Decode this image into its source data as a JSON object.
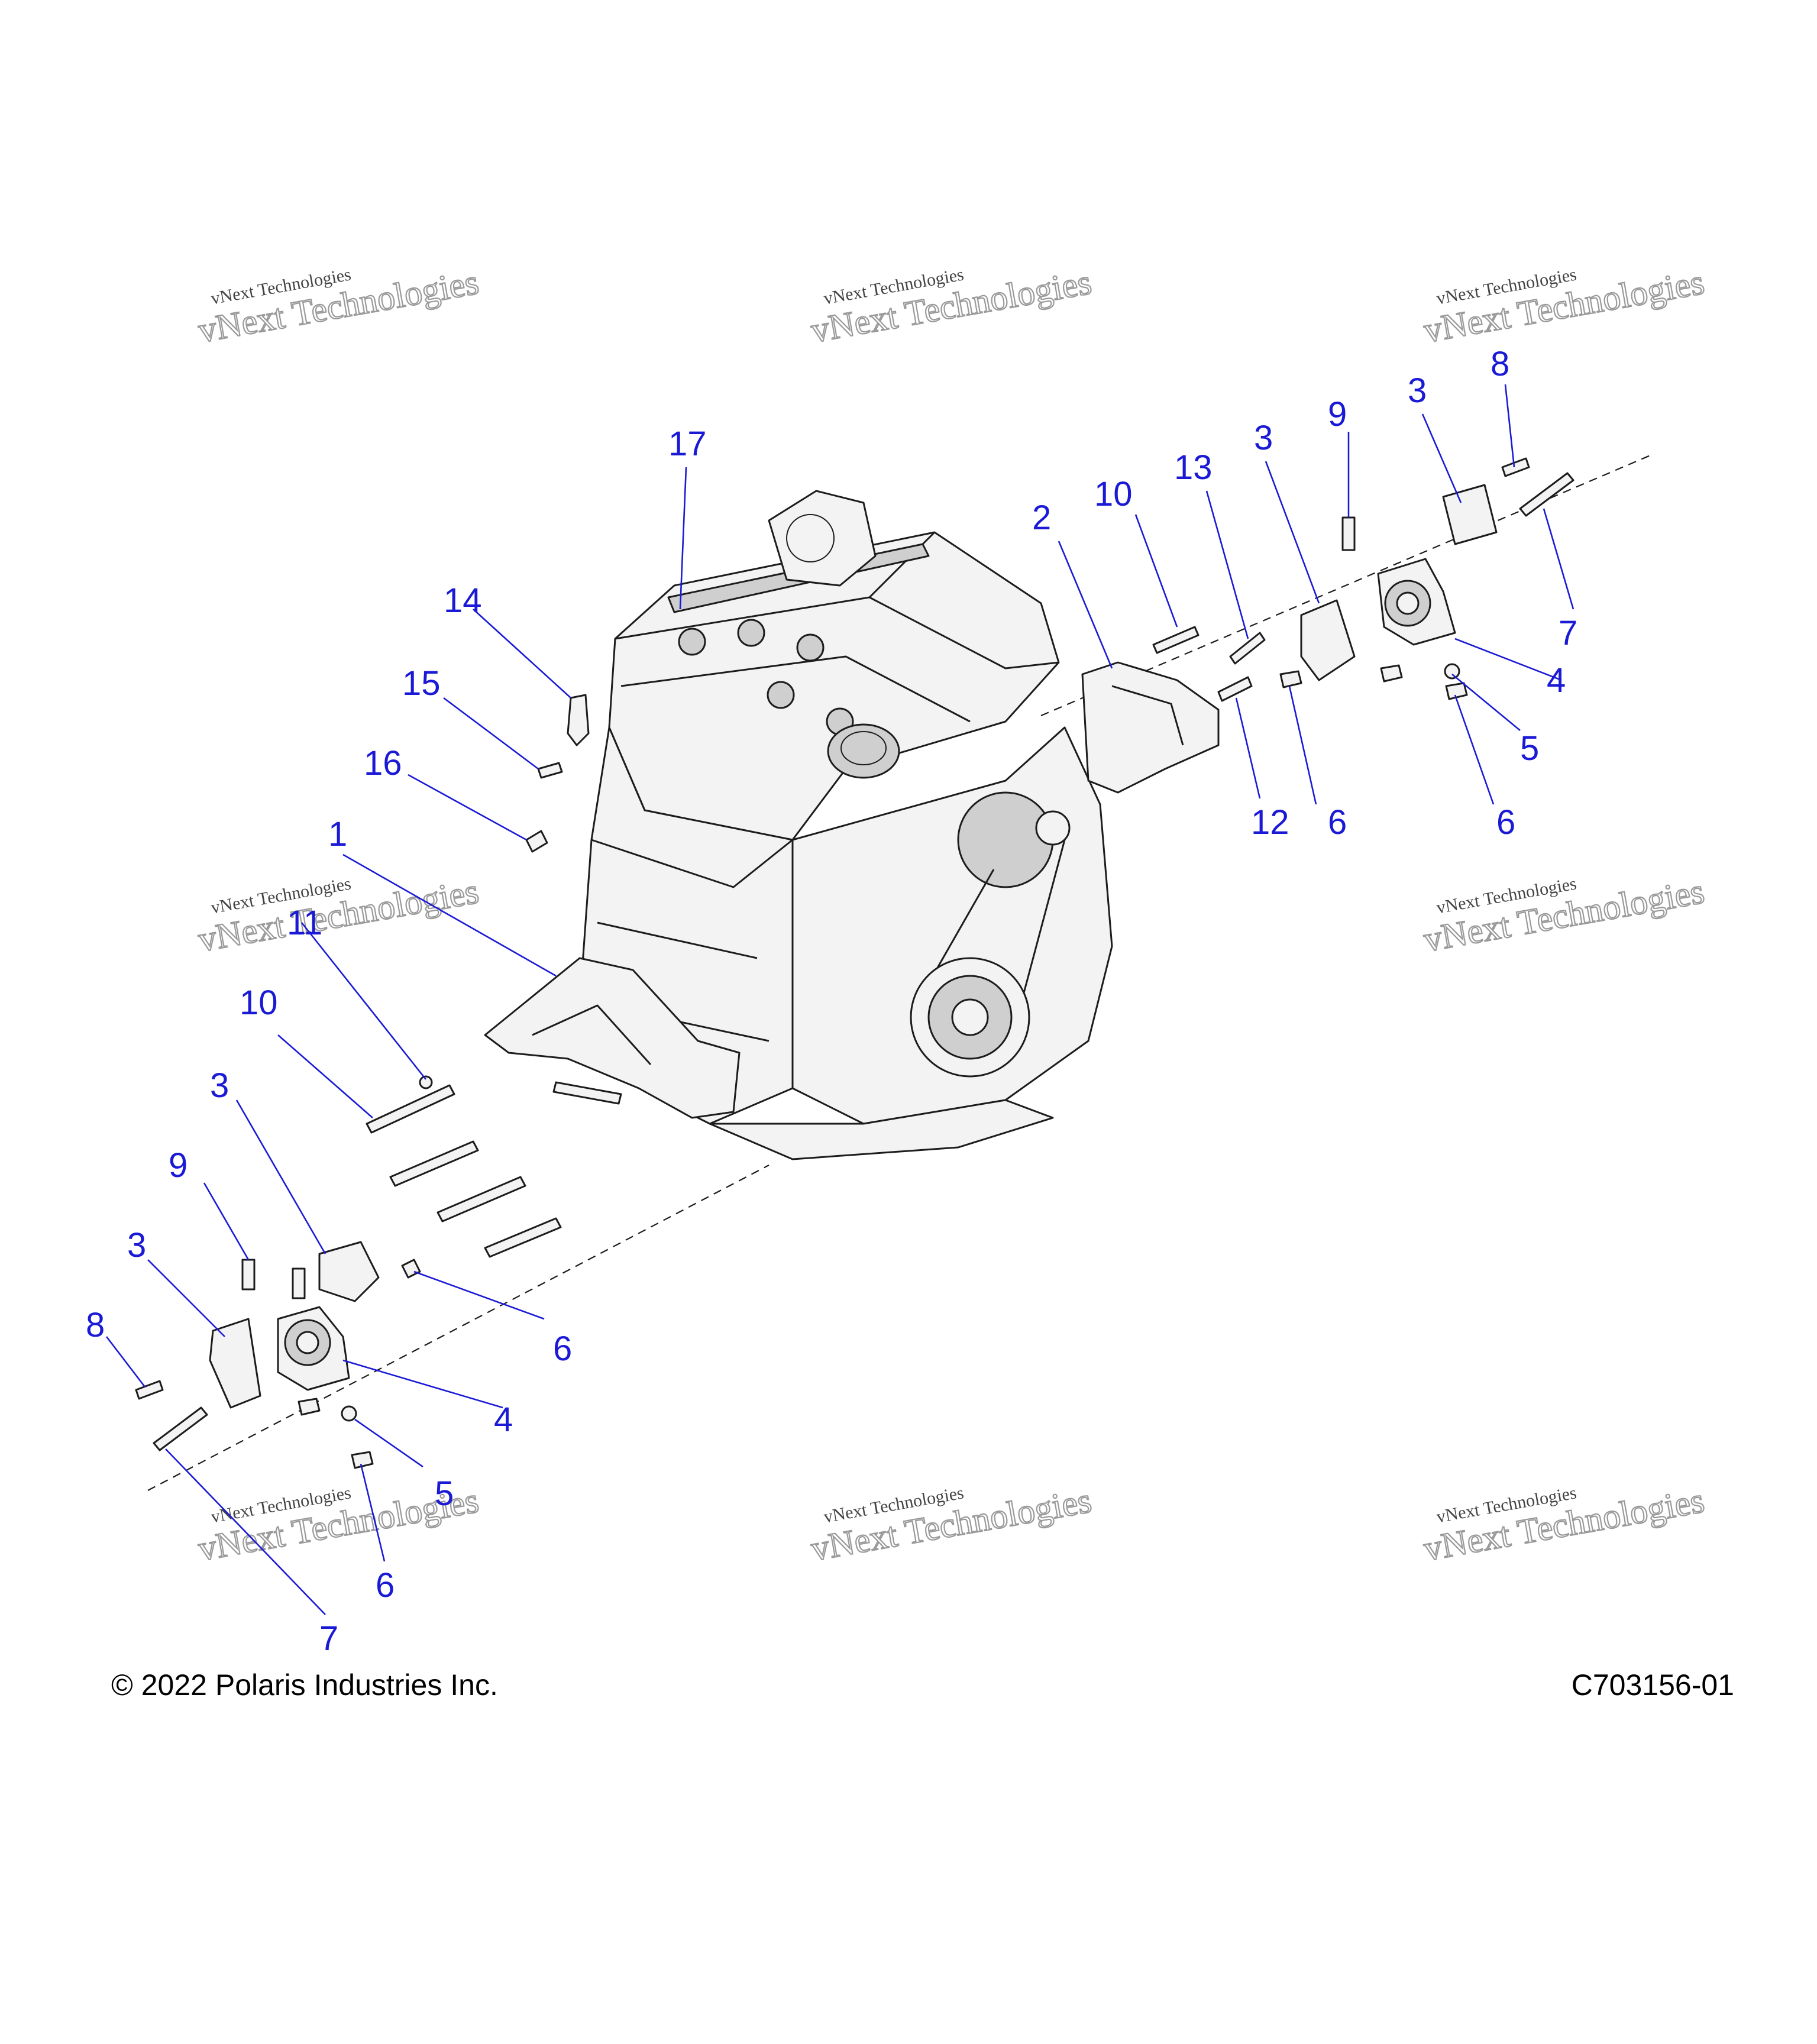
{
  "footer": {
    "copyright": "© 2022 Polaris Industries Inc.",
    "drawing_number": "C703156-01"
  },
  "watermark": {
    "line1": "vNext Technologies",
    "line2": "vNext Technologies"
  },
  "callouts": [
    {
      "id": "c1",
      "label": "1"
    },
    {
      "id": "c2",
      "label": "2"
    },
    {
      "id": "c3a",
      "label": "3"
    },
    {
      "id": "c3b",
      "label": "3"
    },
    {
      "id": "c3c",
      "label": "3"
    },
    {
      "id": "c3d",
      "label": "3"
    },
    {
      "id": "c4a",
      "label": "4"
    },
    {
      "id": "c4b",
      "label": "4"
    },
    {
      "id": "c5a",
      "label": "5"
    },
    {
      "id": "c5b",
      "label": "5"
    },
    {
      "id": "c6a",
      "label": "6"
    },
    {
      "id": "c6b",
      "label": "6"
    },
    {
      "id": "c6c",
      "label": "6"
    },
    {
      "id": "c6d",
      "label": "6"
    },
    {
      "id": "c7a",
      "label": "7"
    },
    {
      "id": "c7b",
      "label": "7"
    },
    {
      "id": "c8a",
      "label": "8"
    },
    {
      "id": "c8b",
      "label": "8"
    },
    {
      "id": "c9a",
      "label": "9"
    },
    {
      "id": "c9b",
      "label": "9"
    },
    {
      "id": "c10a",
      "label": "10"
    },
    {
      "id": "c10b",
      "label": "10"
    },
    {
      "id": "c11",
      "label": "11"
    },
    {
      "id": "c12",
      "label": "12"
    },
    {
      "id": "c13",
      "label": "13"
    },
    {
      "id": "c14",
      "label": "14"
    },
    {
      "id": "c15",
      "label": "15"
    },
    {
      "id": "c16",
      "label": "16"
    },
    {
      "id": "c17",
      "label": "17"
    }
  ]
}
